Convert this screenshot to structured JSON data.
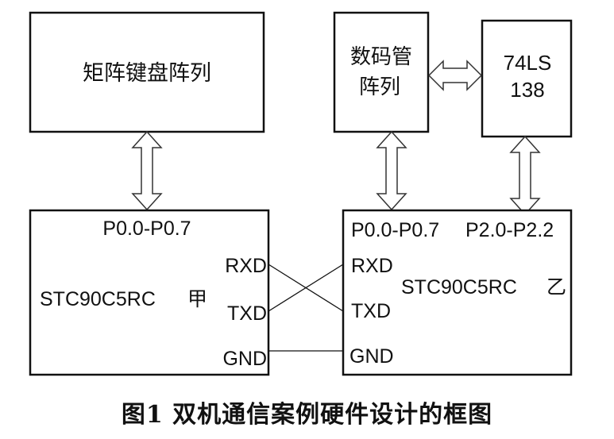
{
  "blocks": {
    "keyboard": {
      "label": "矩阵键盘阵列"
    },
    "display": {
      "line1": "数码管",
      "line2": "阵列"
    },
    "decoder": {
      "line1": "74LS",
      "line2": "138"
    },
    "mcu_a": {
      "ports": "P0.0-P0.7",
      "rxd": "RXD",
      "name": "STC90C5RC",
      "suffix": "甲",
      "txd": "TXD",
      "gnd": "GND"
    },
    "mcu_b": {
      "ports_p0": "P0.0-P0.7",
      "ports_p2": "P2.0-P2.2",
      "rxd": "RXD",
      "name": "STC90C5RC",
      "suffix": "乙",
      "txd": "TXD",
      "gnd": "GND"
    }
  },
  "caption": {
    "text": "图1   双机通信案例硬件设计的框图"
  }
}
